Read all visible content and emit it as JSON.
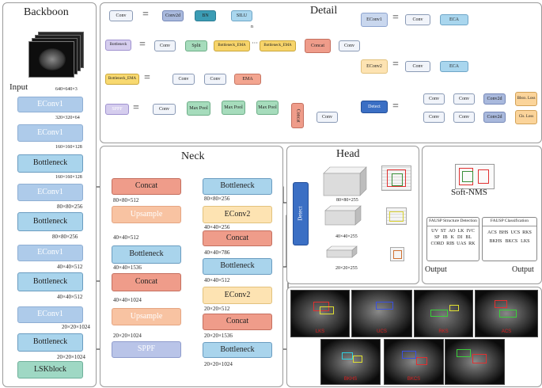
{
  "backbone": {
    "title": "Backboon",
    "input_label": "Input",
    "input_dim": "640×640×3",
    "blocks": [
      "EConv1",
      "EConv1",
      "Bottleneck",
      "EConv1",
      "Bottleneck",
      "EConv1",
      "Bottleneck",
      "EConv1",
      "Bottleneck",
      "LSKblock"
    ],
    "dims": [
      "320×320×64",
      "160×160×128",
      "160×160×128",
      "80×80×256",
      "80×80×256",
      "40×40×512",
      "40×40×512",
      "20×20×1024",
      "20×20×1024"
    ]
  },
  "detail": {
    "title": "Detail",
    "eq": "=",
    "conv_row": {
      "key": "Conv",
      "items": [
        "Conv2d",
        "BN",
        "SILU"
      ]
    },
    "bottleneck_row": {
      "key": "Bottleneck",
      "items": [
        "Conv",
        "Split",
        "Bottleneck_EMA",
        "···",
        "Bottleneck_EMA",
        "Concat",
        "Conv"
      ],
      "n": "n"
    },
    "bema_row": {
      "key": "Bottleneck_EMA",
      "items": [
        "Conv",
        "Conv",
        "EMA"
      ]
    },
    "sppf_row": {
      "key": "SPPF",
      "items": [
        "Conv",
        "Max Pool",
        "Max Pool",
        "Max Pool",
        "Concat",
        "Conv"
      ]
    },
    "econv1_row": {
      "key": "EConv1",
      "items": [
        "Conv",
        "ECA"
      ]
    },
    "econv2_row": {
      "key": "EConv2",
      "items": [
        "Conv",
        "ECA"
      ]
    },
    "detect_row": {
      "key": "Detect",
      "top": [
        "Conv",
        "Conv",
        "Conv2d",
        "Bbox. Loss"
      ],
      "bottom": [
        "Conv",
        "Conv",
        "Conv2d",
        "Cls. Loss"
      ]
    }
  },
  "neck": {
    "title": "Neck",
    "left": [
      "Concat",
      "Upsample",
      "Bottleneck",
      "Concat",
      "Upsample",
      "SPPF"
    ],
    "left_dims": [
      "80×80×512",
      "40×40×512",
      "40×40×1536",
      "40×40×1024",
      "20×20×1024"
    ],
    "right": [
      "Bottleneck",
      "EConv2",
      "Concat",
      "Bottleneck",
      "EConv2",
      "Concat",
      "Bottleneck"
    ],
    "right_dims": [
      "80×80×256",
      "40×40×256",
      "40×40×786",
      "40×40×512",
      "20×20×512",
      "20×20×1536",
      "20×20×1024"
    ]
  },
  "head": {
    "title": "Head",
    "detect": "Detect",
    "dims": [
      "80×80×255",
      "40×40×255",
      "20×20×255"
    ]
  },
  "post": {
    "nms": "Soft-NMS",
    "left_title": "FAUSP Structure Detection",
    "left_rows": [
      [
        "UV",
        "ST",
        "AO",
        "LK",
        "IVC"
      ],
      [
        "SP",
        "IB",
        "K",
        "DI",
        "BL"
      ],
      [
        "CORD",
        "RIB",
        "UAS",
        "RK"
      ]
    ],
    "right_title": "FAUSP Classification",
    "right_rows": [
      [
        "ACS",
        "BHS",
        "UCS",
        "RKS"
      ],
      [
        "BKHS",
        "BKCS",
        "LKS"
      ]
    ],
    "output": "Output"
  },
  "results": [
    "LKS",
    "UCS",
    "RKS",
    "ACS",
    "BKHS",
    "BKCS"
  ]
}
